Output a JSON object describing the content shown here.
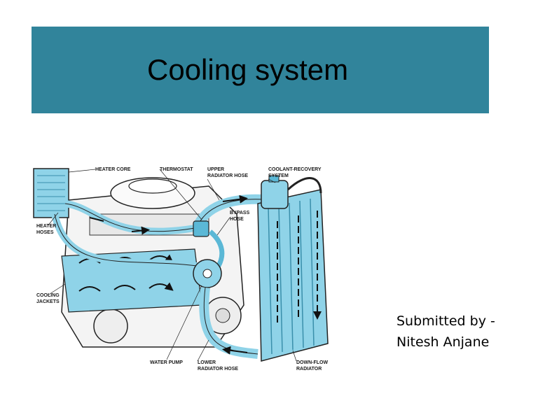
{
  "slide": {
    "title": "Cooling system",
    "submitted_by_line": "Submitted by -",
    "author": "Nitesh Anjane"
  },
  "diagram": {
    "labels": {
      "heater_core": "HEATER CORE",
      "thermostat": "THERMOSTAT",
      "upper_radiator_hose_1": "UPPER",
      "upper_radiator_hose_2": "RADIATOR HOSE",
      "coolant_recovery_1": "COOLANT-RECOVERY",
      "coolant_recovery_2": "SYSTEM",
      "heater_hoses_1": "HEATER",
      "heater_hoses_2": "HOSES",
      "bypass_hose_1": "BYPASS",
      "bypass_hose_2": "HOSE",
      "cooling_jackets_1": "COOLING",
      "cooling_jackets_2": "JACKETS",
      "water_pump": "WATER PUMP",
      "lower_radiator_hose_1": "LOWER",
      "lower_radiator_hose_2": "RADIATOR HOSE",
      "down_flow_radiator_1": "DOWN-FLOW",
      "down_flow_radiator_2": "RADIATOR"
    }
  },
  "colors": {
    "title_band": "#31849b",
    "coolant": "#8fd3e8",
    "coolant_dark": "#5bb8d6"
  }
}
